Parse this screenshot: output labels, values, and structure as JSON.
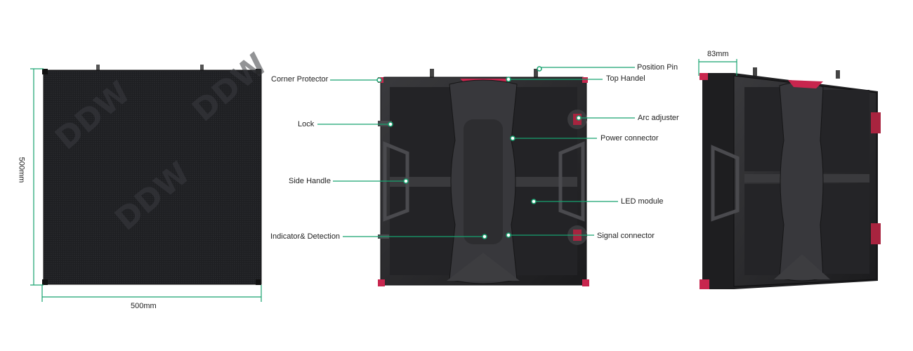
{
  "dimensions": {
    "width": "500mm",
    "height": "500mm",
    "depth": "83mm"
  },
  "callouts": {
    "corner_protector": "Corner Protector",
    "lock": "Lock",
    "side_handle": "Side Handle",
    "indicator_detection": "Indicator& Detection",
    "position_pin": "Position Pin",
    "top_handel": "Top Handel",
    "arc_adjuster": "Arc adjuster",
    "power_connector": "Power connector",
    "led_module": "LED module",
    "signal_connector": "Signal connector"
  },
  "watermark": "DDW",
  "colors": {
    "accent": "#17a26f",
    "panel_dark": "#1c1c1e",
    "panel_mid": "#2e2e31",
    "red_accent": "#c8264e"
  }
}
